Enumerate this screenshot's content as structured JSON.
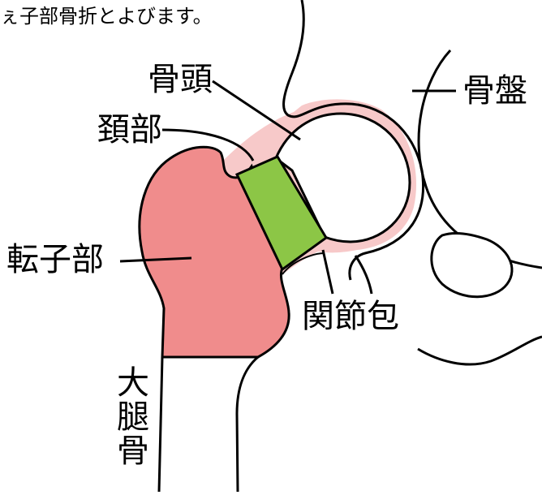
{
  "caption": "ぇ子部骨折とよびます。",
  "labels": {
    "femoral_head": "骨頭",
    "neck": "頚部",
    "pelvis": "骨盤",
    "trochanter": "転子部",
    "joint_capsule": "関節包",
    "femur": "大腿骨"
  },
  "colors": {
    "trochanter_fill": "#f08c8c",
    "neck_fill": "#8cc646",
    "capsule_fill": "#f7c9c9",
    "outline": "#000000",
    "background": "#ffffff"
  }
}
